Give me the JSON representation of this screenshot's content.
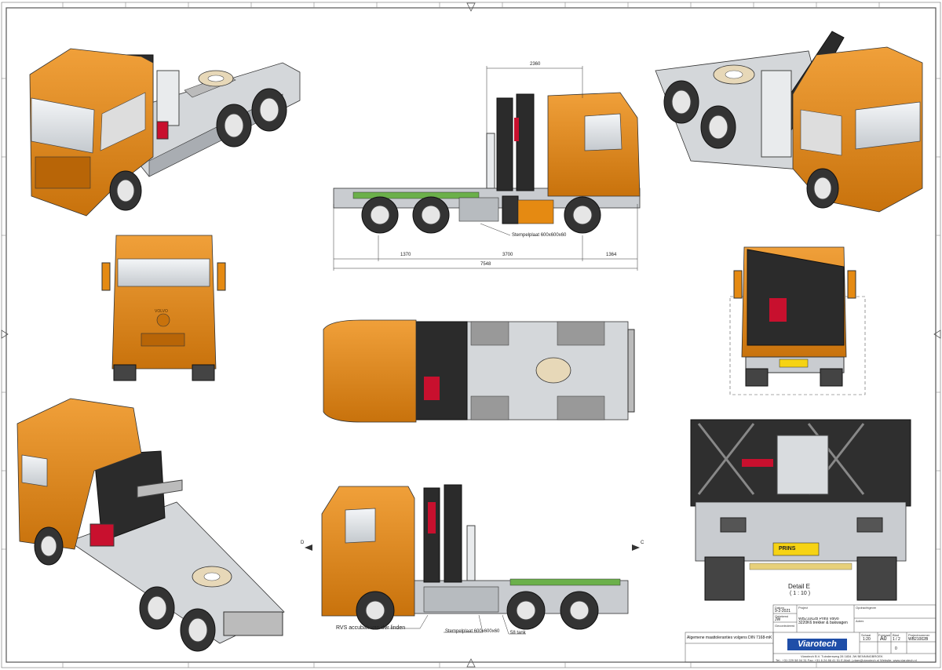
{
  "drawing": {
    "dimensions": {
      "top_width": "2360",
      "overhang_rear": "1370",
      "wheelbase": "3700",
      "overhang_front": "1364",
      "overall_length": "7548"
    },
    "callouts": {
      "stempel_top": "Stempelplaat 600x600x60",
      "stempel_bottom": "Stempelplaat 600x600x60",
      "accubak": "RVS accubak van der linden",
      "tank": "58 tank",
      "grille_badge": "VOLVO",
      "plate": "PRINS"
    },
    "detail": {
      "name": "Detail E",
      "scale": "( 1 : 10 )"
    },
    "section_marks": {
      "left": "D",
      "right": "C"
    },
    "colors": {
      "cab": "#e58a12",
      "chassis": "#c9ccd0",
      "dark": "#2a2a2a",
      "accent": "#c8102e"
    }
  },
  "title_block": {
    "date_label": "Datum",
    "date": "9-2-2021",
    "drawn_label": "Getekend",
    "drawn": "JW",
    "checked_label": "Gecontroleerd",
    "project_label": "Project",
    "project": "WB21002B Prins Volvo 3220K6 trekker & bakwagen",
    "client_label": "Opdrachtgever",
    "address_label": "Adres",
    "tolerance": "Algemene maattoleranties volgens DIN 7168-mK",
    "scale_label": "Schaal",
    "scale": "1:20",
    "format_label": "Formaat",
    "format": "A0",
    "sheet_label": "Blad",
    "sheet": "1 / 2",
    "project_no_label": "Projectnummer",
    "project_no": "WB21002B",
    "revision": "0",
    "company": "Viarotech",
    "address_line": "Viarotech B.V.  Tuindersweg 28  1834 JW BENNINGBROEK",
    "contact_line": "Tel.: +31 229 58 04 31   Fax: +31 6 24 86 41 51   E-Mail: j.vlaer@viarotech.nl   Website: www.viarotech.nl"
  }
}
